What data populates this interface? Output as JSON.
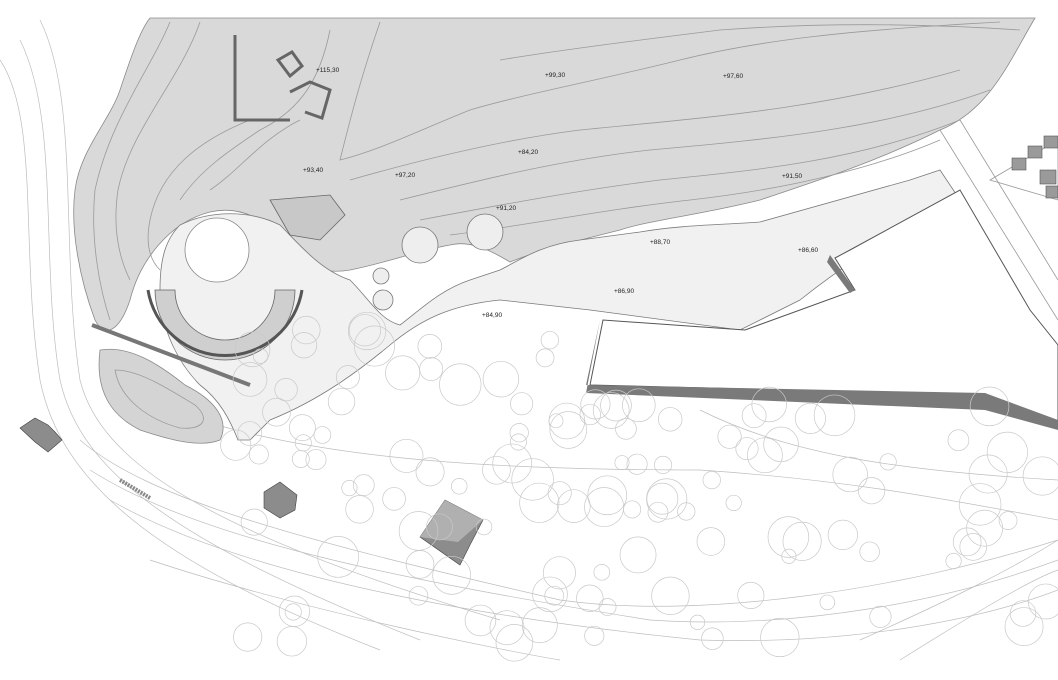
{
  "plan": {
    "elevations": [
      {
        "id": "e1",
        "label": "+115,30"
      },
      {
        "id": "e2",
        "label": "+99,30"
      },
      {
        "id": "e3",
        "label": "+97,60"
      },
      {
        "id": "e4",
        "label": "+93,40"
      },
      {
        "id": "e5",
        "label": "+97,20"
      },
      {
        "id": "e6",
        "label": "+84,20"
      },
      {
        "id": "e7",
        "label": "+91,50"
      },
      {
        "id": "e8",
        "label": "+91,20"
      },
      {
        "id": "e9",
        "label": "+88,70"
      },
      {
        "id": "e10",
        "label": "+86,60"
      },
      {
        "id": "e11",
        "label": "+86,90"
      },
      {
        "id": "e12",
        "label": "+84,90"
      }
    ],
    "colors": {
      "terrain": "#d9d9d9",
      "terrain_dark": "#c4c4c4",
      "wall": "#7a7a7a",
      "building": "#8c8c8c",
      "plaza": "#f1f1f1"
    }
  }
}
